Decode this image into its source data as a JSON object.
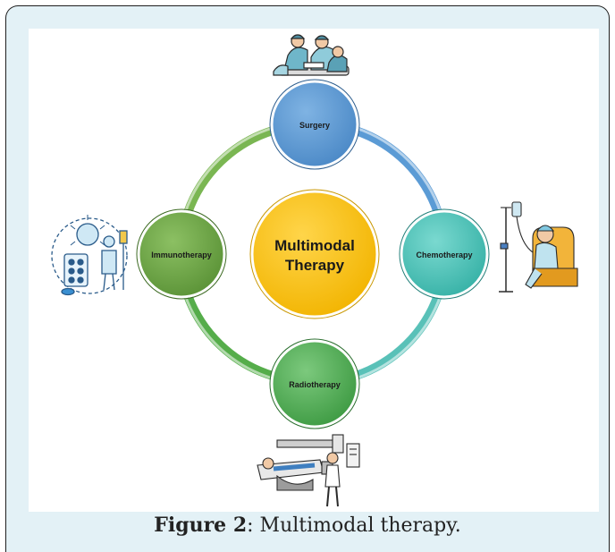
{
  "diagram": {
    "center_label_line1": "Multimodal",
    "center_label_line2": "Therapy",
    "nodes": {
      "surgery": "Surgery",
      "chemotherapy": "Chemotherapy",
      "radiotherapy": "Radiotherapy",
      "immunotherapy": "Immunotherapy"
    }
  },
  "caption": {
    "figure_label": "Figure 2",
    "text": ": Multimodal therapy."
  },
  "colors": {
    "frame_bg": "#e3f1f6",
    "center": "#ffc000",
    "surgery": "#5b9bd5",
    "chemotherapy": "#4dc6bc",
    "radiotherapy": "#4caf50",
    "immunotherapy": "#70ad47"
  }
}
